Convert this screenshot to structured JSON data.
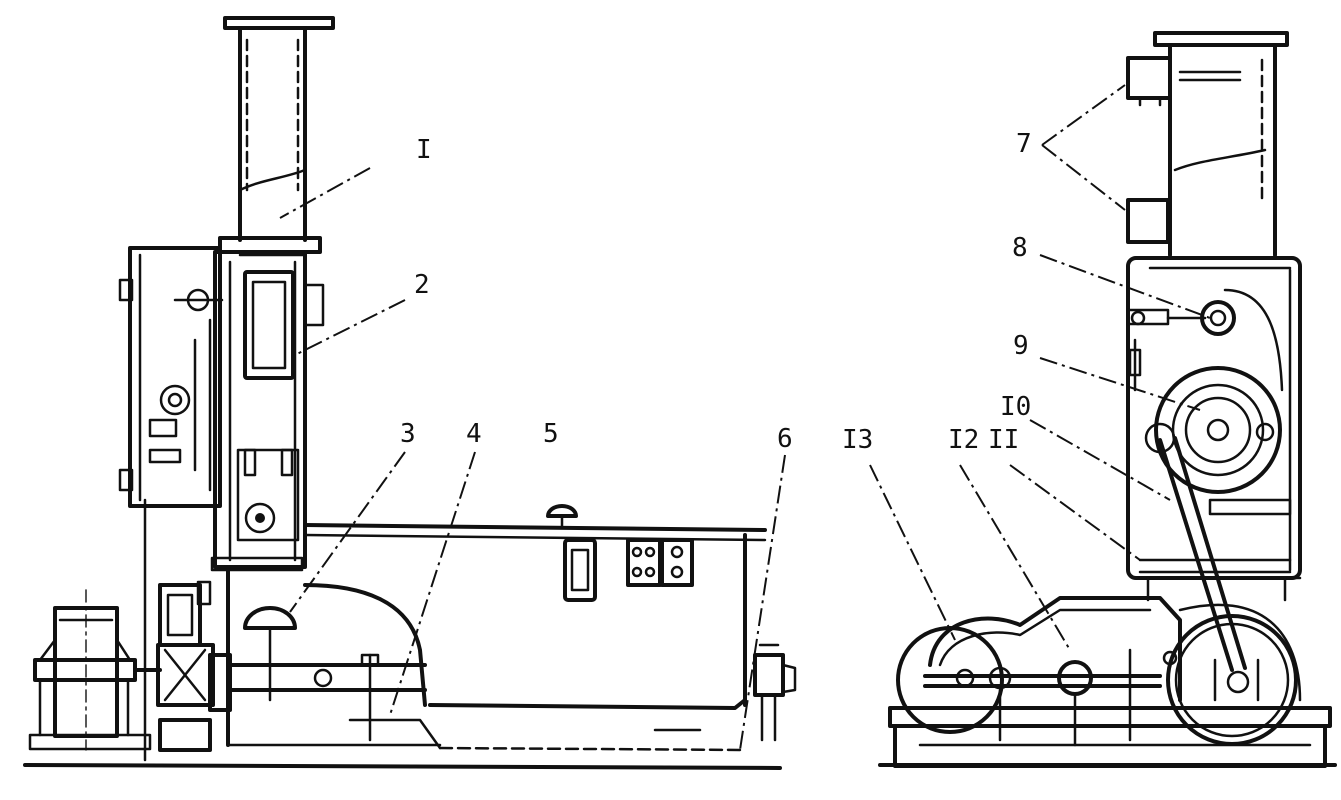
{
  "labels": {
    "l1": "I",
    "l2": "2",
    "l3": "3",
    "l4": "4",
    "l5": "5",
    "l6": "6",
    "l7": "7",
    "l8": "8",
    "l9": "9",
    "l10": "I0",
    "l11": "II",
    "l12": "I2",
    "l13": "I3"
  },
  "colors": {
    "ink": "#111111",
    "paper": "#ffffff"
  }
}
